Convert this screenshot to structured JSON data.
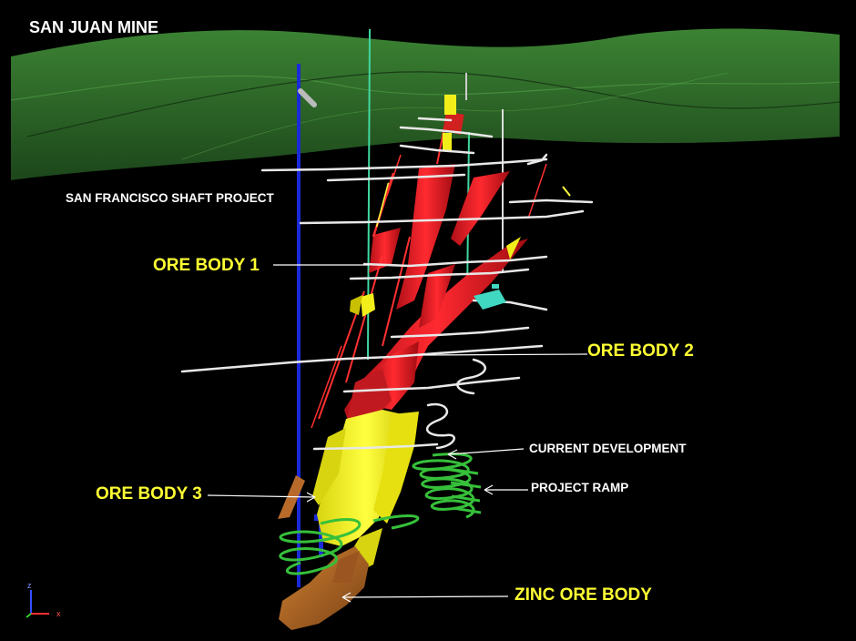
{
  "title": "SAN JUAN MINE",
  "labels": {
    "shaft": "SAN FRANCISCO SHAFT PROJECT",
    "ore_body_1": "ORE BODY 1",
    "ore_body_2": "ORE BODY 2",
    "ore_body_3": "ORE BODY 3",
    "current_dev": "CURRENT  DEVELOPMENT",
    "project_ramp": "PROJECT RAMP",
    "zinc": "ZINC ORE BODY"
  },
  "axis": {
    "z": "z",
    "x": "x"
  },
  "colors": {
    "terrain": "#2f6a2a",
    "ore_red": "#e0202a",
    "ore_yellow": "#f2ee1a",
    "zinc": "#b86a2a",
    "ramp_green": "#36c03a",
    "shaft_blue": "#1a2ad8",
    "label_yellow": "#ffff33"
  }
}
